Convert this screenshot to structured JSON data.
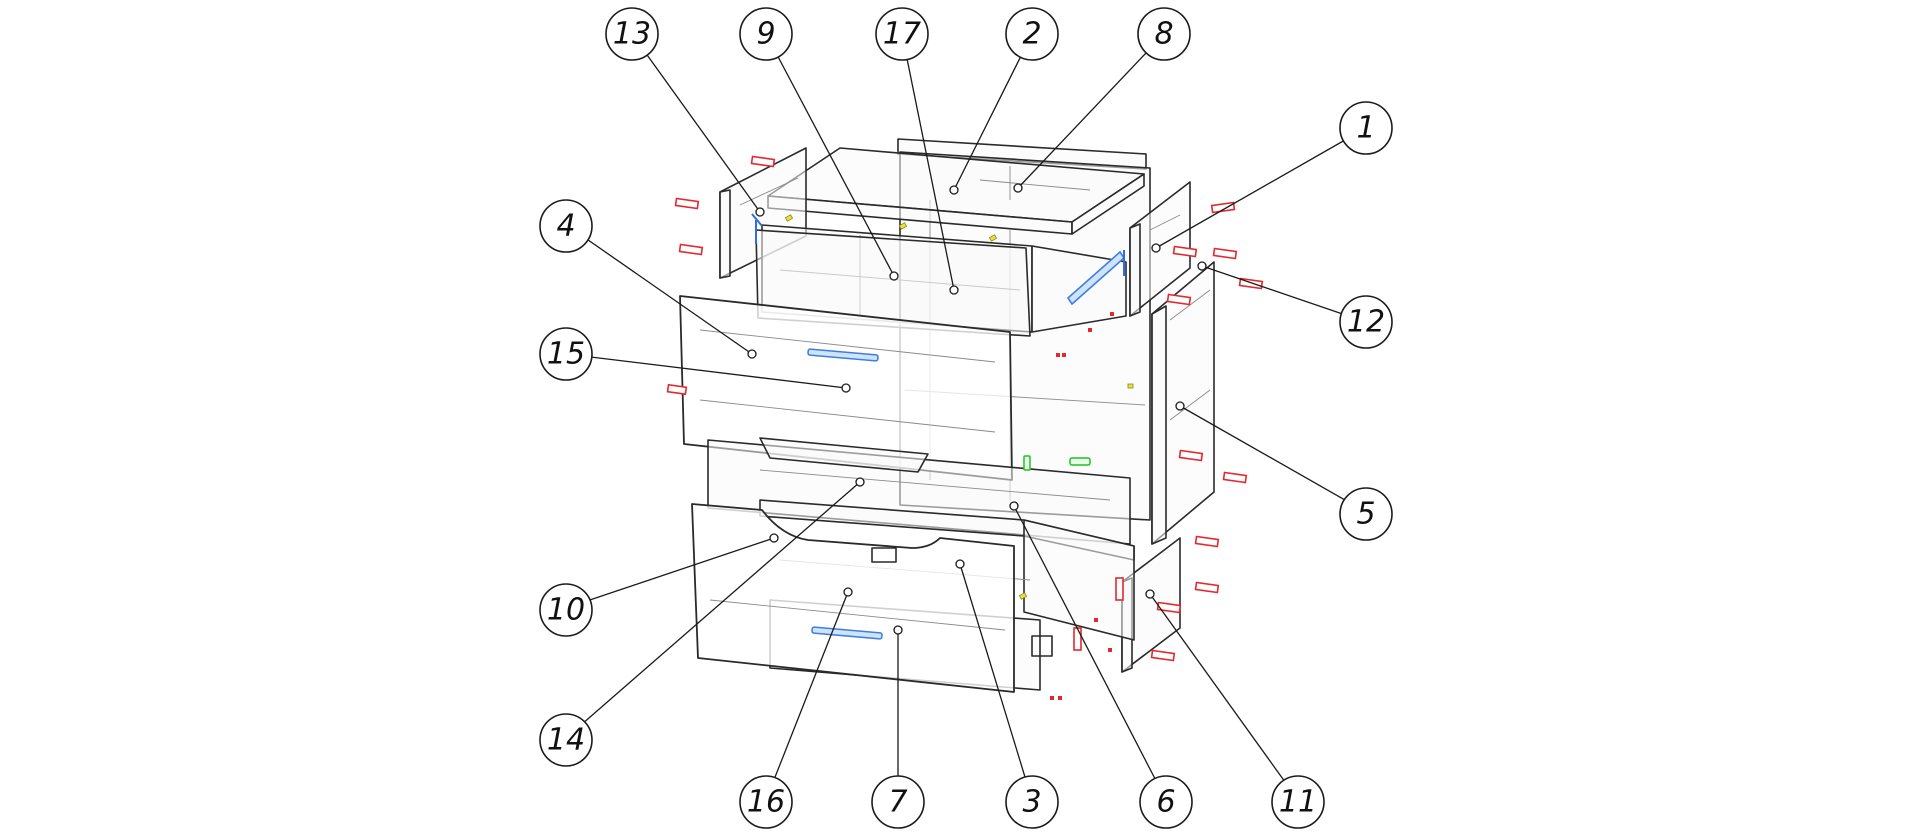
{
  "diagram": {
    "callouts": [
      {
        "id": "c1",
        "label": "1"
      },
      {
        "id": "c2",
        "label": "2"
      },
      {
        "id": "c3",
        "label": "3"
      },
      {
        "id": "c4",
        "label": "4"
      },
      {
        "id": "c5",
        "label": "5"
      },
      {
        "id": "c6",
        "label": "6"
      },
      {
        "id": "c7",
        "label": "7"
      },
      {
        "id": "c8",
        "label": "8"
      },
      {
        "id": "c9",
        "label": "9"
      },
      {
        "id": "c10",
        "label": "10"
      },
      {
        "id": "c11",
        "label": "11"
      },
      {
        "id": "c12",
        "label": "12"
      },
      {
        "id": "c13",
        "label": "13"
      },
      {
        "id": "c14",
        "label": "14"
      },
      {
        "id": "c15",
        "label": "15"
      },
      {
        "id": "c16",
        "label": "16"
      },
      {
        "id": "c17",
        "label": "17"
      }
    ],
    "colors": {
      "line": "#2a2a2a",
      "confirmat_screws": "#e3282f",
      "drawer_handles": "#3d7fe0",
      "runners": "#22c222",
      "dowels": "#e8e23a"
    }
  }
}
